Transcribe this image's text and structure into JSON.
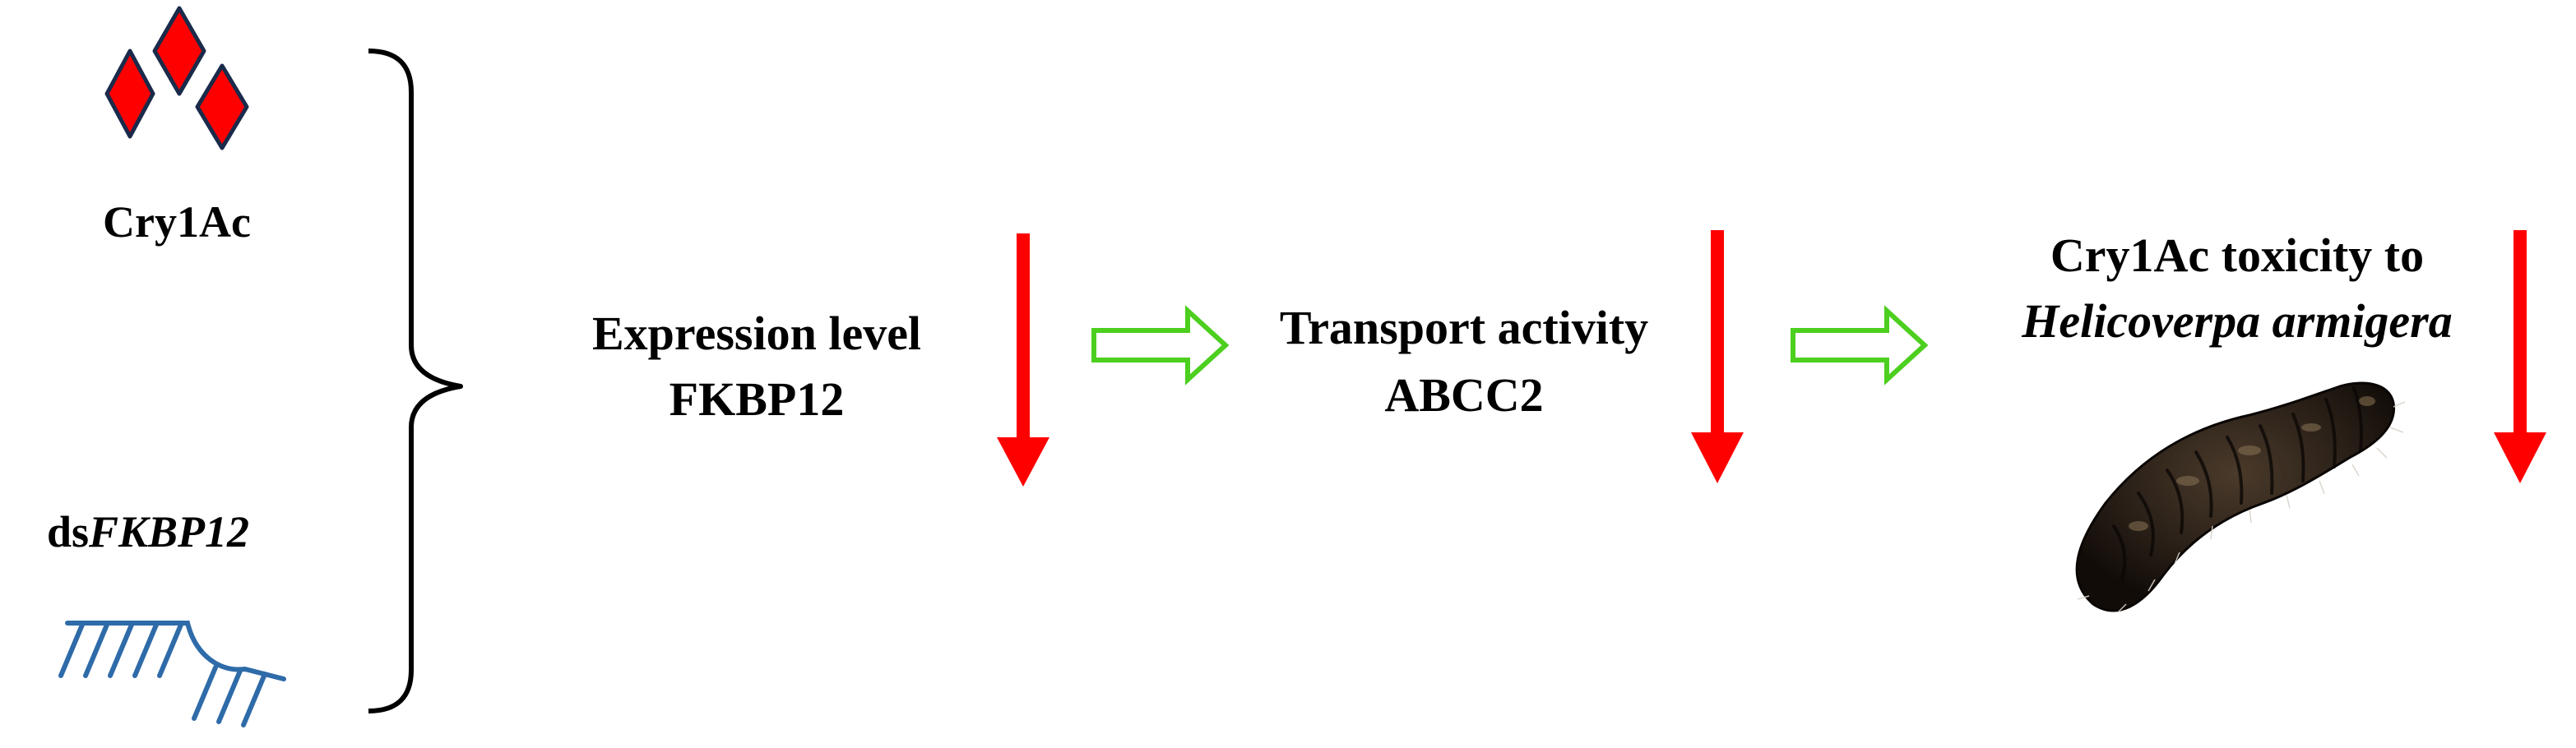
{
  "inputs": {
    "toxin": {
      "label": "Cry1Ac",
      "icon": "diamond-crystals-icon"
    },
    "dsrna": {
      "label_prefix": "ds",
      "label_gene": "FKBP12",
      "icon": "dsrna-comb-icon"
    },
    "bracket_icon": "right-curly-brace-icon"
  },
  "steps": [
    {
      "line1": "Expression level",
      "line2": "FKBP12",
      "effect_icon": "down-arrow-icon"
    },
    {
      "line1": "Transport activity",
      "line2": "ABCC2",
      "effect_icon": "down-arrow-icon"
    },
    {
      "line1": "Cry1Ac toxicity to",
      "line2": "Helicoverpa armigera",
      "effect_icon": "down-arrow-icon",
      "image_icon": "larva-icon"
    }
  ],
  "links": {
    "icon": "hollow-right-arrow-icon"
  },
  "colors": {
    "crystal_fill": "#ff0000",
    "crystal_stroke": "#1a2a4a",
    "dsrna_stroke": "#2e6ba8",
    "decrease_arrow": "#ff0000",
    "link_arrow": "#4ccf1e",
    "text": "#000000"
  }
}
